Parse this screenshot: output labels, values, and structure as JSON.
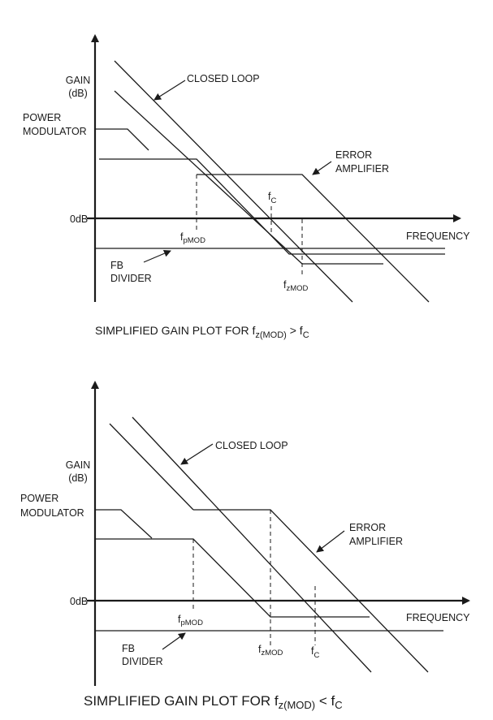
{
  "top": {
    "y_axis_label_1": "GAIN",
    "y_axis_label_2": "(dB)",
    "closed_loop": "CLOSED LOOP",
    "power_modulator_1": "POWER",
    "power_modulator_2": "MODULATOR",
    "error_amplifier_1": "ERROR",
    "error_amplifier_2": "AMPLIFIER",
    "fc_main": "f",
    "fc_sub": "C",
    "zero_db": "0dB",
    "frequency": "FREQUENCY",
    "fpmod_main": "f",
    "fpmod_sub": "pMOD",
    "fb_divider_1": "FB",
    "fb_divider_2": "DIVIDER",
    "fzmod_main": "f",
    "fzmod_sub": "zMOD",
    "caption_prefix": "SIMPLIFIED GAIN PLOT FOR f",
    "caption_sub": "z(MOD)",
    "caption_op": " > f",
    "caption_sub2": "C"
  },
  "bottom": {
    "y_axis_label_1": "GAIN",
    "y_axis_label_2": "(dB)",
    "closed_loop": "CLOSED LOOP",
    "power_modulator_1": "POWER",
    "power_modulator_2": "MODULATOR",
    "error_amplifier_1": "ERROR",
    "error_amplifier_2": "AMPLIFIER",
    "zero_db": "0dB",
    "frequency": "FREQUENCY",
    "fpmod_main": "f",
    "fpmod_sub": "pMOD",
    "fb_divider_1": "FB",
    "fb_divider_2": "DIVIDER",
    "fzmod_main": "f",
    "fzmod_sub": "zMOD",
    "fc_main": "f",
    "fc_sub": "C",
    "caption_prefix": "SIMPLIFIED GAIN PLOT FOR f",
    "caption_sub": "z(MOD)",
    "caption_op": " < f",
    "caption_sub2": "C"
  }
}
